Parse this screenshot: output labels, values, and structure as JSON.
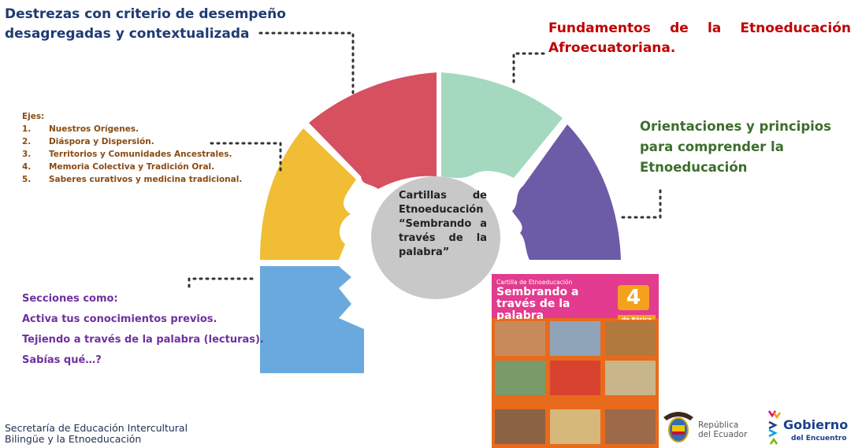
{
  "titles": {
    "destrezas": "Destrezas con criterio de desempeño desagregadas y contextualizada",
    "fundamentos": "Fundamentos de la Etnoeducación Afroecuatoriana.",
    "orientaciones": "Orientaciones y principios para comprender la Etnoeducación"
  },
  "ejes": {
    "heading": "Ejes:",
    "items": [
      {
        "num": "1.",
        "label": "Nuestros Orígenes."
      },
      {
        "num": "2.",
        "label": "Diáspora y Dispersión."
      },
      {
        "num": "3.",
        "label": "Territorios y Comunidades Ancestrales."
      },
      {
        "num": "4.",
        "label": "Memoria Colectiva y Tradición Oral."
      },
      {
        "num": "5.",
        "label": "Saberes curativos y medicina tradicional."
      }
    ]
  },
  "secciones": {
    "heading": "Secciones como:",
    "items": [
      "Activa tus conocimientos previos.",
      "Tejiendo a través de la palabra (lecturas).",
      "Sabías qué…?"
    ]
  },
  "center": {
    "text": "Cartillas de Etnoeducación “Sembrando a través de la palabra”"
  },
  "cover": {
    "small": "Cartilla de Etnoeducación",
    "title": "Sembrando a través de la palabra",
    "number": "4",
    "grade": "de Básica"
  },
  "footer": {
    "line1": "Secretaría de Educación Intercultural",
    "line2": "Bilingüe y la Etnoeducación"
  },
  "logos": {
    "republica_line1": "República",
    "republica_line2": "del Ecuador",
    "gobierno": "Gobierno",
    "encuentro": "del Encuentro"
  },
  "colors": {
    "blue": "#6aa9dd",
    "yellow": "#f0bd35",
    "red": "#d6505f",
    "mint": "#a4d8bf",
    "purple": "#6c5ba6",
    "center": "#c8c8c8"
  }
}
